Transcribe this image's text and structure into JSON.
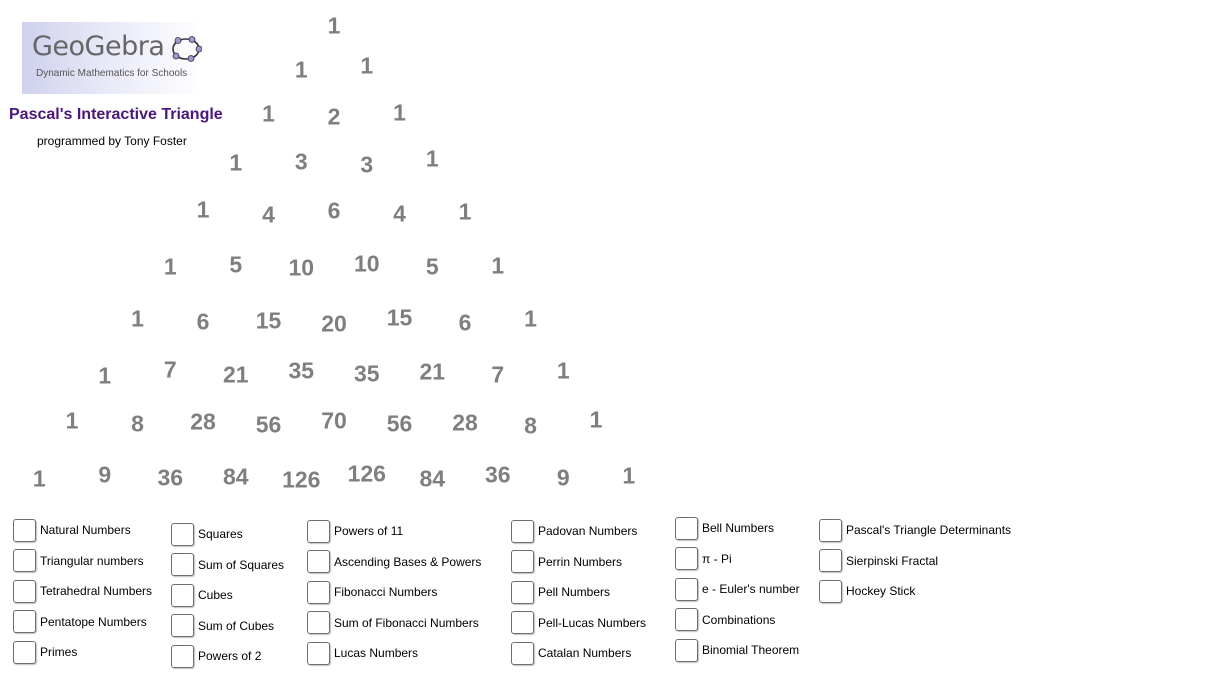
{
  "header": {
    "logo_name": "GeoGebra",
    "logo_tagline": "Dynamic Mathematics for Schools",
    "title": "Pascal's Interactive Triangle",
    "author": "programmed by Tony Foster"
  },
  "triangle": {
    "rows": [
      [
        "1"
      ],
      [
        "1",
        "1"
      ],
      [
        "1",
        "2",
        "1"
      ],
      [
        "1",
        "3",
        "3",
        "1"
      ],
      [
        "1",
        "4",
        "6",
        "4",
        "1"
      ],
      [
        "1",
        "5",
        "10",
        "10",
        "5",
        "1"
      ],
      [
        "1",
        "6",
        "15",
        "20",
        "15",
        "6",
        "1"
      ],
      [
        "1",
        "7",
        "21",
        "35",
        "35",
        "21",
        "7",
        "1"
      ],
      [
        "1",
        "8",
        "28",
        "56",
        "70",
        "56",
        "28",
        "8",
        "1"
      ],
      [
        "1",
        "9",
        "36",
        "84",
        "126",
        "126",
        "84",
        "36",
        "9",
        "1"
      ]
    ]
  },
  "checkbox_columns": [
    [
      "Natural Numbers",
      "Triangular numbers",
      "Tetrahedral Numbers",
      "Pentatope Numbers",
      "Primes"
    ],
    [
      "Squares",
      "Sum of Squares",
      "Cubes",
      "Sum of Cubes",
      "Powers of 2"
    ],
    [
      "Powers of 11",
      "Ascending Bases & Powers",
      "Fibonacci Numbers",
      "Sum of Fibonacci Numbers",
      "Lucas Numbers"
    ],
    [
      "Padovan Numbers",
      "Perrin Numbers",
      "Pell Numbers",
      "Pell-Lucas Numbers",
      "Catalan Numbers"
    ],
    [
      "Bell Numbers",
      "π - Pi",
      "e - Euler's number",
      "Combinations",
      "Binomial Theorem"
    ],
    [
      "Pascal's Triangle Determinants",
      "Sierpinski Fractal",
      "Hockey Stick"
    ]
  ],
  "colors": {
    "title": "#4b1682",
    "numbers": "#7f7f7f",
    "logo_accent": "#9a96d8"
  }
}
